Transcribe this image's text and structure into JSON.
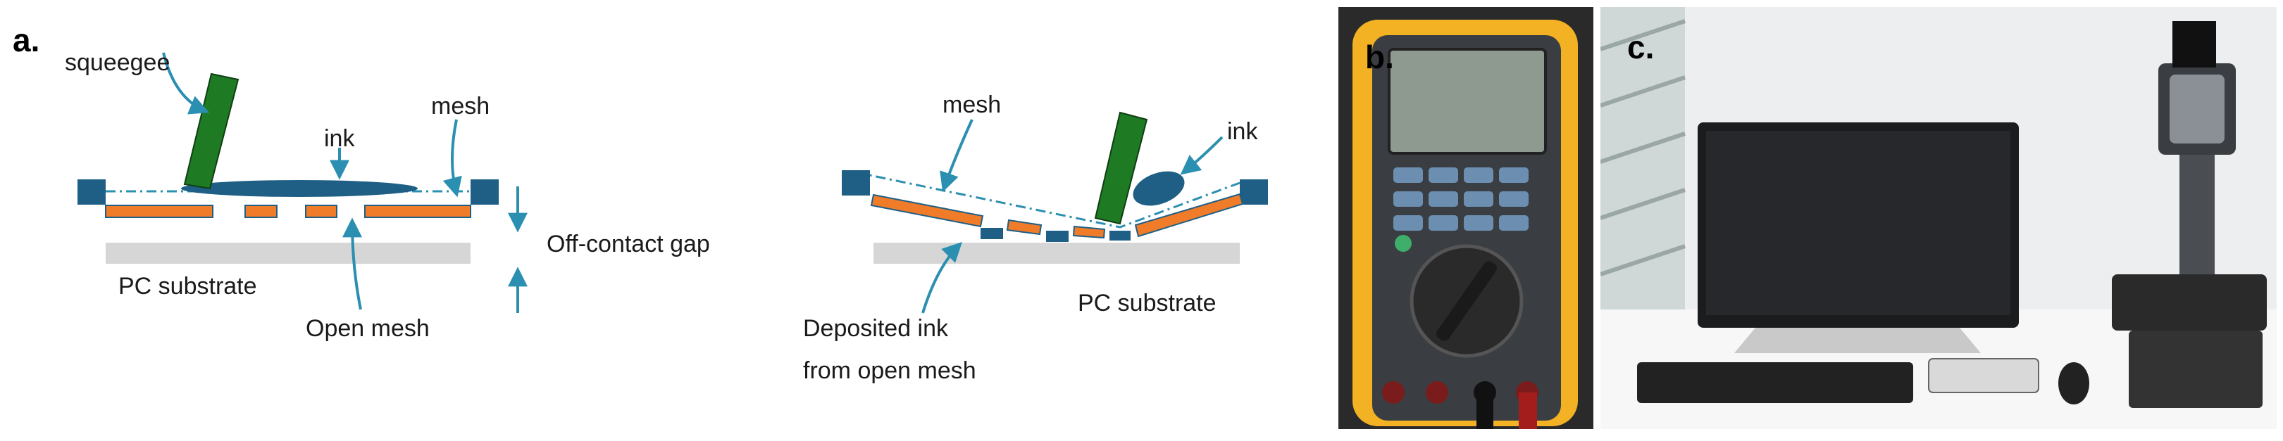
{
  "panel_a": {
    "letter": "a.",
    "left_diagram": {
      "squeegee": "squeegee",
      "ink": "ink",
      "mesh": "mesh",
      "off_contact_gap": "Off-contact gap",
      "pc_substrate": "PC substrate",
      "open_mesh": "Open mesh"
    },
    "right_diagram": {
      "mesh": "mesh",
      "ink": "ink",
      "deposited_line1": "Deposited ink",
      "deposited_line2": "from open mesh",
      "pc_substrate": "PC substrate"
    }
  },
  "panel_b": {
    "letter": "b."
  },
  "panel_c": {
    "letter": "c."
  },
  "colors": {
    "squeegee": "#1e7a23",
    "ink": "#1f5f86",
    "mesh_bars": "#f07c2a",
    "frame_blocks": "#1f5f86",
    "substrate": "#d6d6d6",
    "arrows": "#2a8fb0",
    "multimeter_body": "#f2b224",
    "lcd": "#8e9a8f"
  }
}
